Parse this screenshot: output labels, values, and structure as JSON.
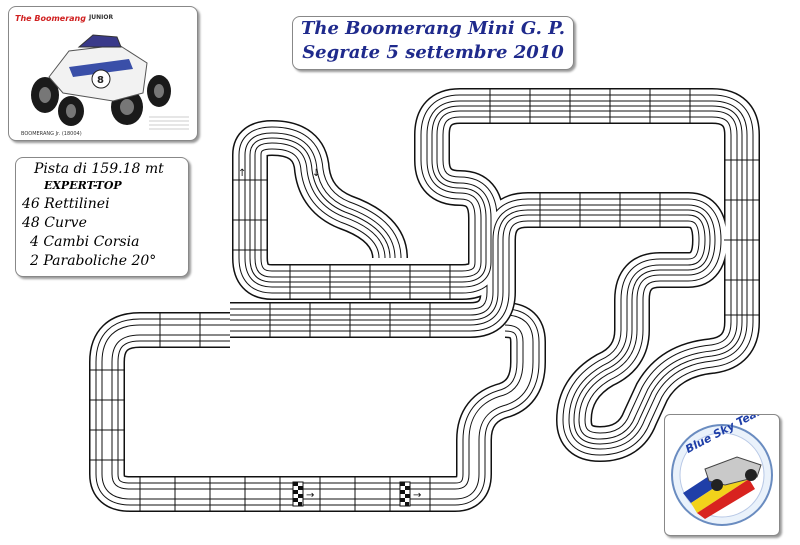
{
  "title": {
    "line1": "The Boomerang Mini G. P.",
    "line2": "Segrate 5 settembre 2010"
  },
  "info": {
    "length": "Pista di 159.18 mt",
    "type": "EXPERT-TOP",
    "straights": "46 Rettilinei",
    "curves": "48 Curve",
    "lane_changes": "4 Cambi Corsia",
    "banked": "2 Paraboliche 20°"
  },
  "photo": {
    "brand": "The Boomerang",
    "model": "JUNIOR",
    "caption": "BOOMERANG Jr. (18004)",
    "car_number": "8"
  },
  "logo": {
    "team": "Blue Sky Team",
    "colors": [
      "#1f3fa8",
      "#f2d21b",
      "#d8231f"
    ]
  },
  "track": {
    "direction_arrows": [
      "↑",
      "↓",
      "→",
      "→"
    ]
  },
  "colors": {
    "title": "#1f2a8c",
    "track": "#111111"
  }
}
